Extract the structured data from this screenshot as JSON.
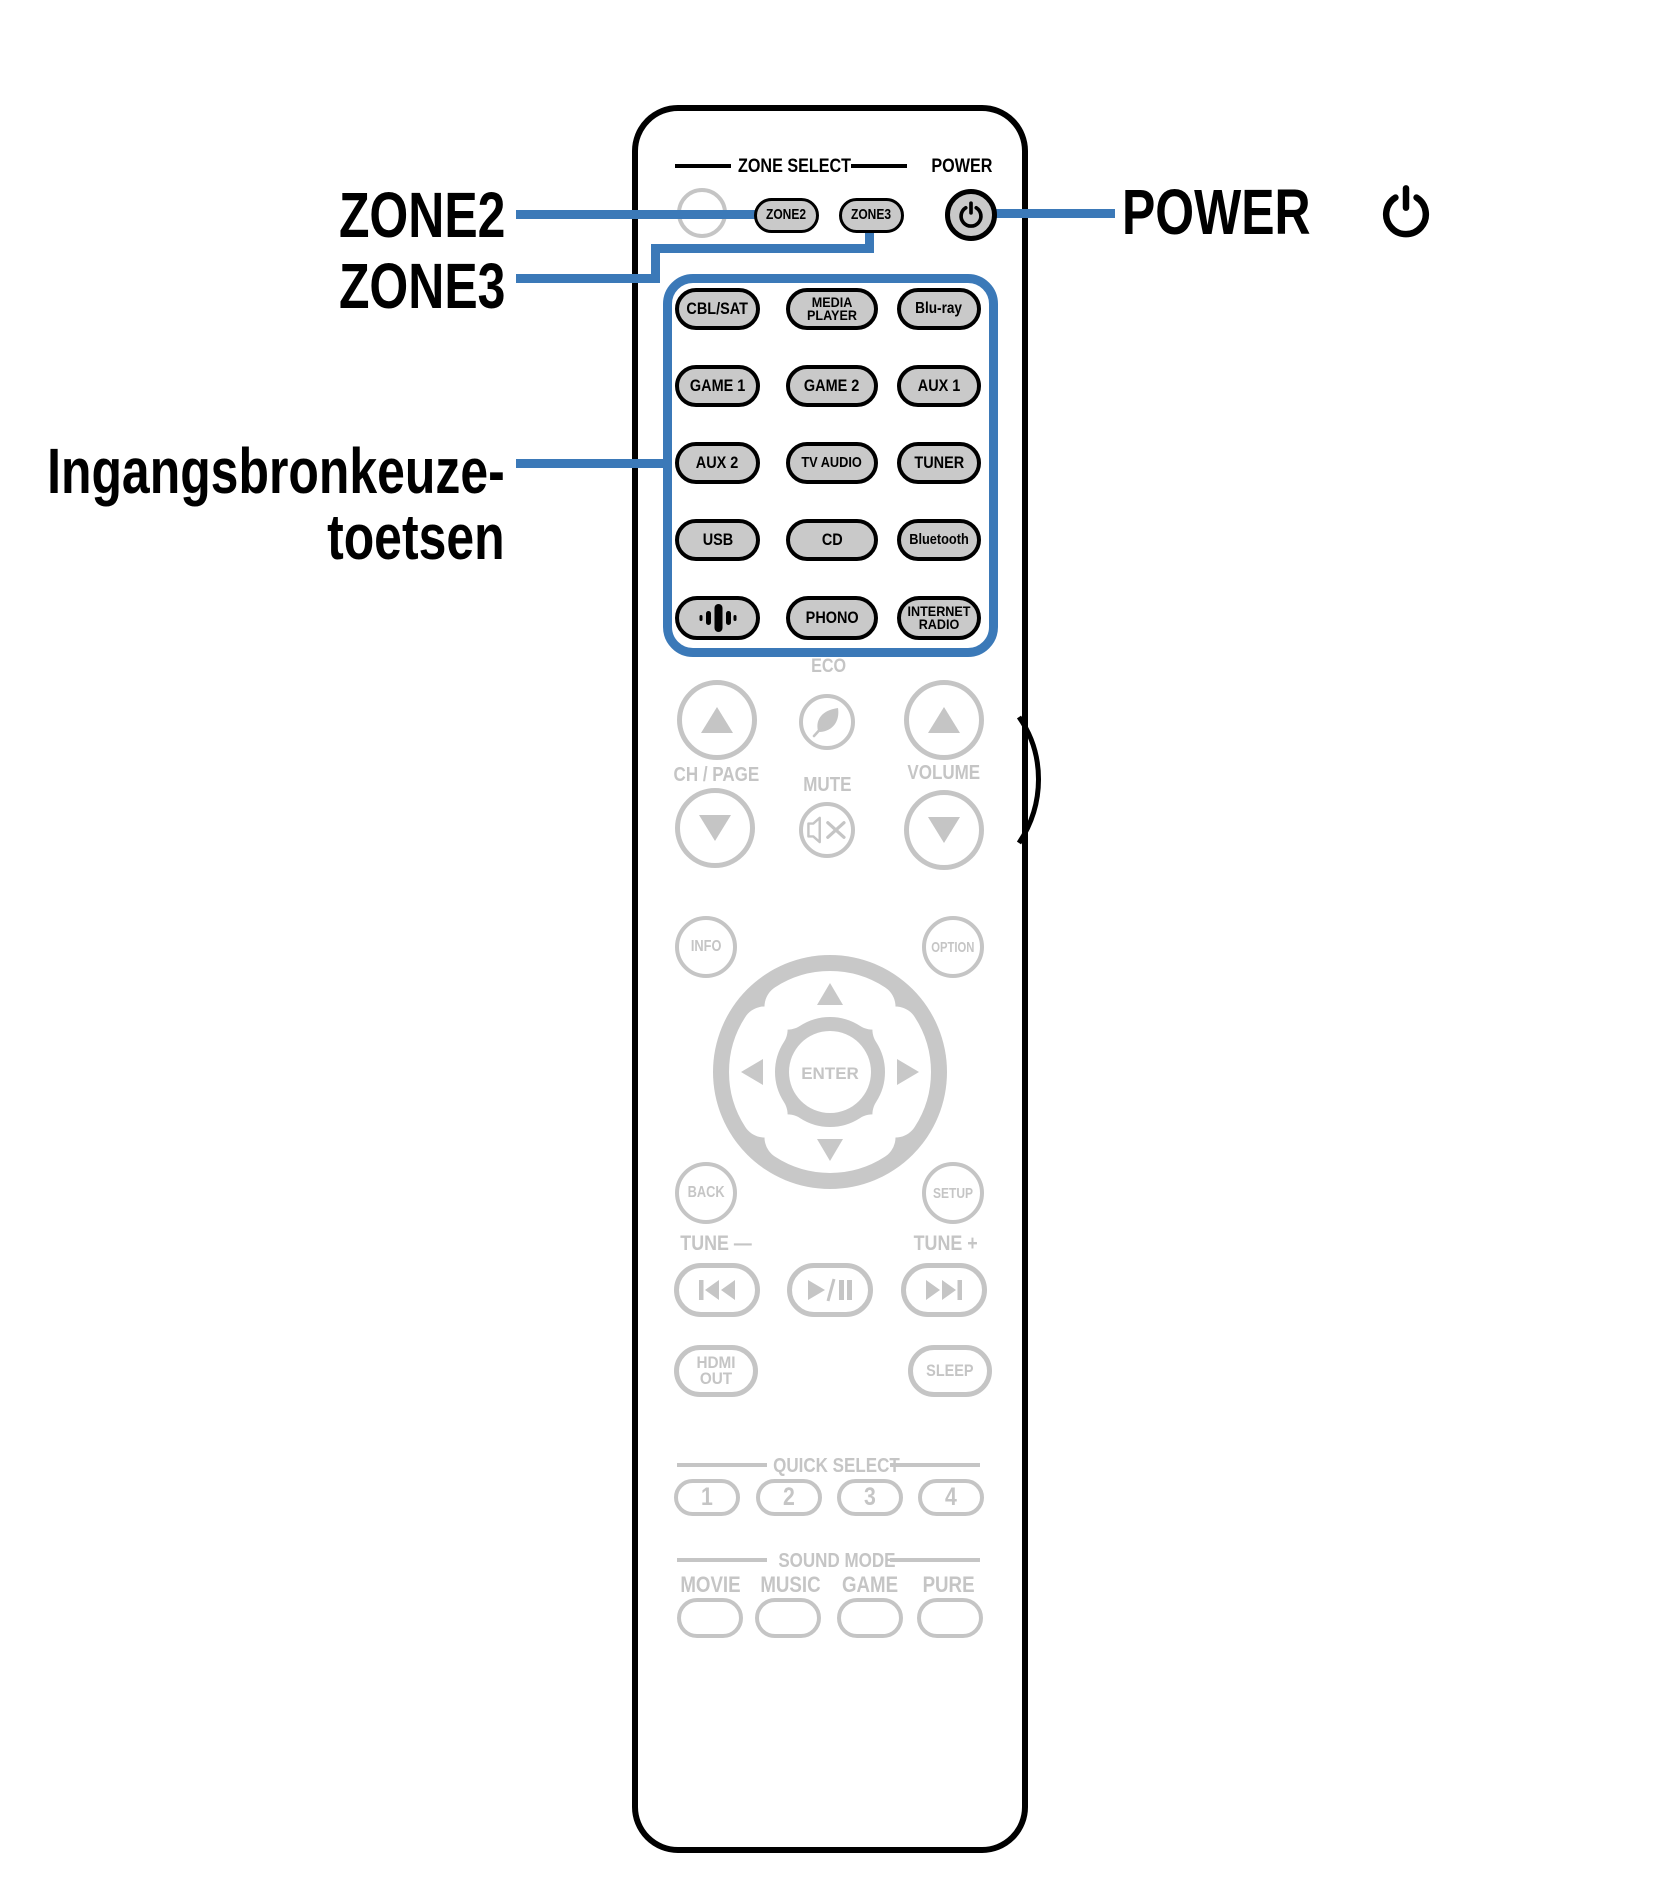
{
  "colors": {
    "accent_blue": "#3b79b8",
    "button_gray": "#c9c9c9",
    "faded_gray": "#c5c5c5",
    "ink": "#000000"
  },
  "callouts": {
    "zone2": "ZONE2",
    "zone3": "ZONE3",
    "input_line1": "Ingangsbronkeuze-",
    "input_line2": "toetsen",
    "power": "POWER"
  },
  "zone_select": {
    "title": "ZONE SELECT",
    "power_title": "POWER",
    "zone2_button": "ZONE2",
    "zone3_button": "ZONE3"
  },
  "inputs": {
    "r0c0": "CBL/SAT",
    "r0c1": "MEDIA PLAYER",
    "r0c2": "Blu-ray",
    "r1c0": "GAME 1",
    "r1c1": "GAME 2",
    "r1c2": "AUX 1",
    "r2c0": "AUX 2",
    "r2c1": "TV AUDIO",
    "r2c2": "TUNER",
    "r3c0": "USB",
    "r3c1": "CD",
    "r3c2": "Bluetooth",
    "r4c0_icon": "heos-icon",
    "r4c1": "PHONO",
    "r4c2": "INTERNET RADIO"
  },
  "controls": {
    "eco": "ECO",
    "ch_page": "CH / PAGE",
    "mute": "MUTE",
    "volume": "VOLUME",
    "info": "INFO",
    "option": "OPTION",
    "enter": "ENTER",
    "back": "BACK",
    "setup": "SETUP",
    "tune_minus": "TUNE —",
    "tune_plus": "TUNE +",
    "hdmi_out": "HDMI OUT",
    "sleep": "SLEEP"
  },
  "quick_select": {
    "title": "QUICK SELECT",
    "buttons": [
      "1",
      "2",
      "3",
      "4"
    ]
  },
  "sound_mode": {
    "title": "SOUND MODE",
    "labels": [
      "MOVIE",
      "MUSIC",
      "GAME",
      "PURE"
    ]
  }
}
